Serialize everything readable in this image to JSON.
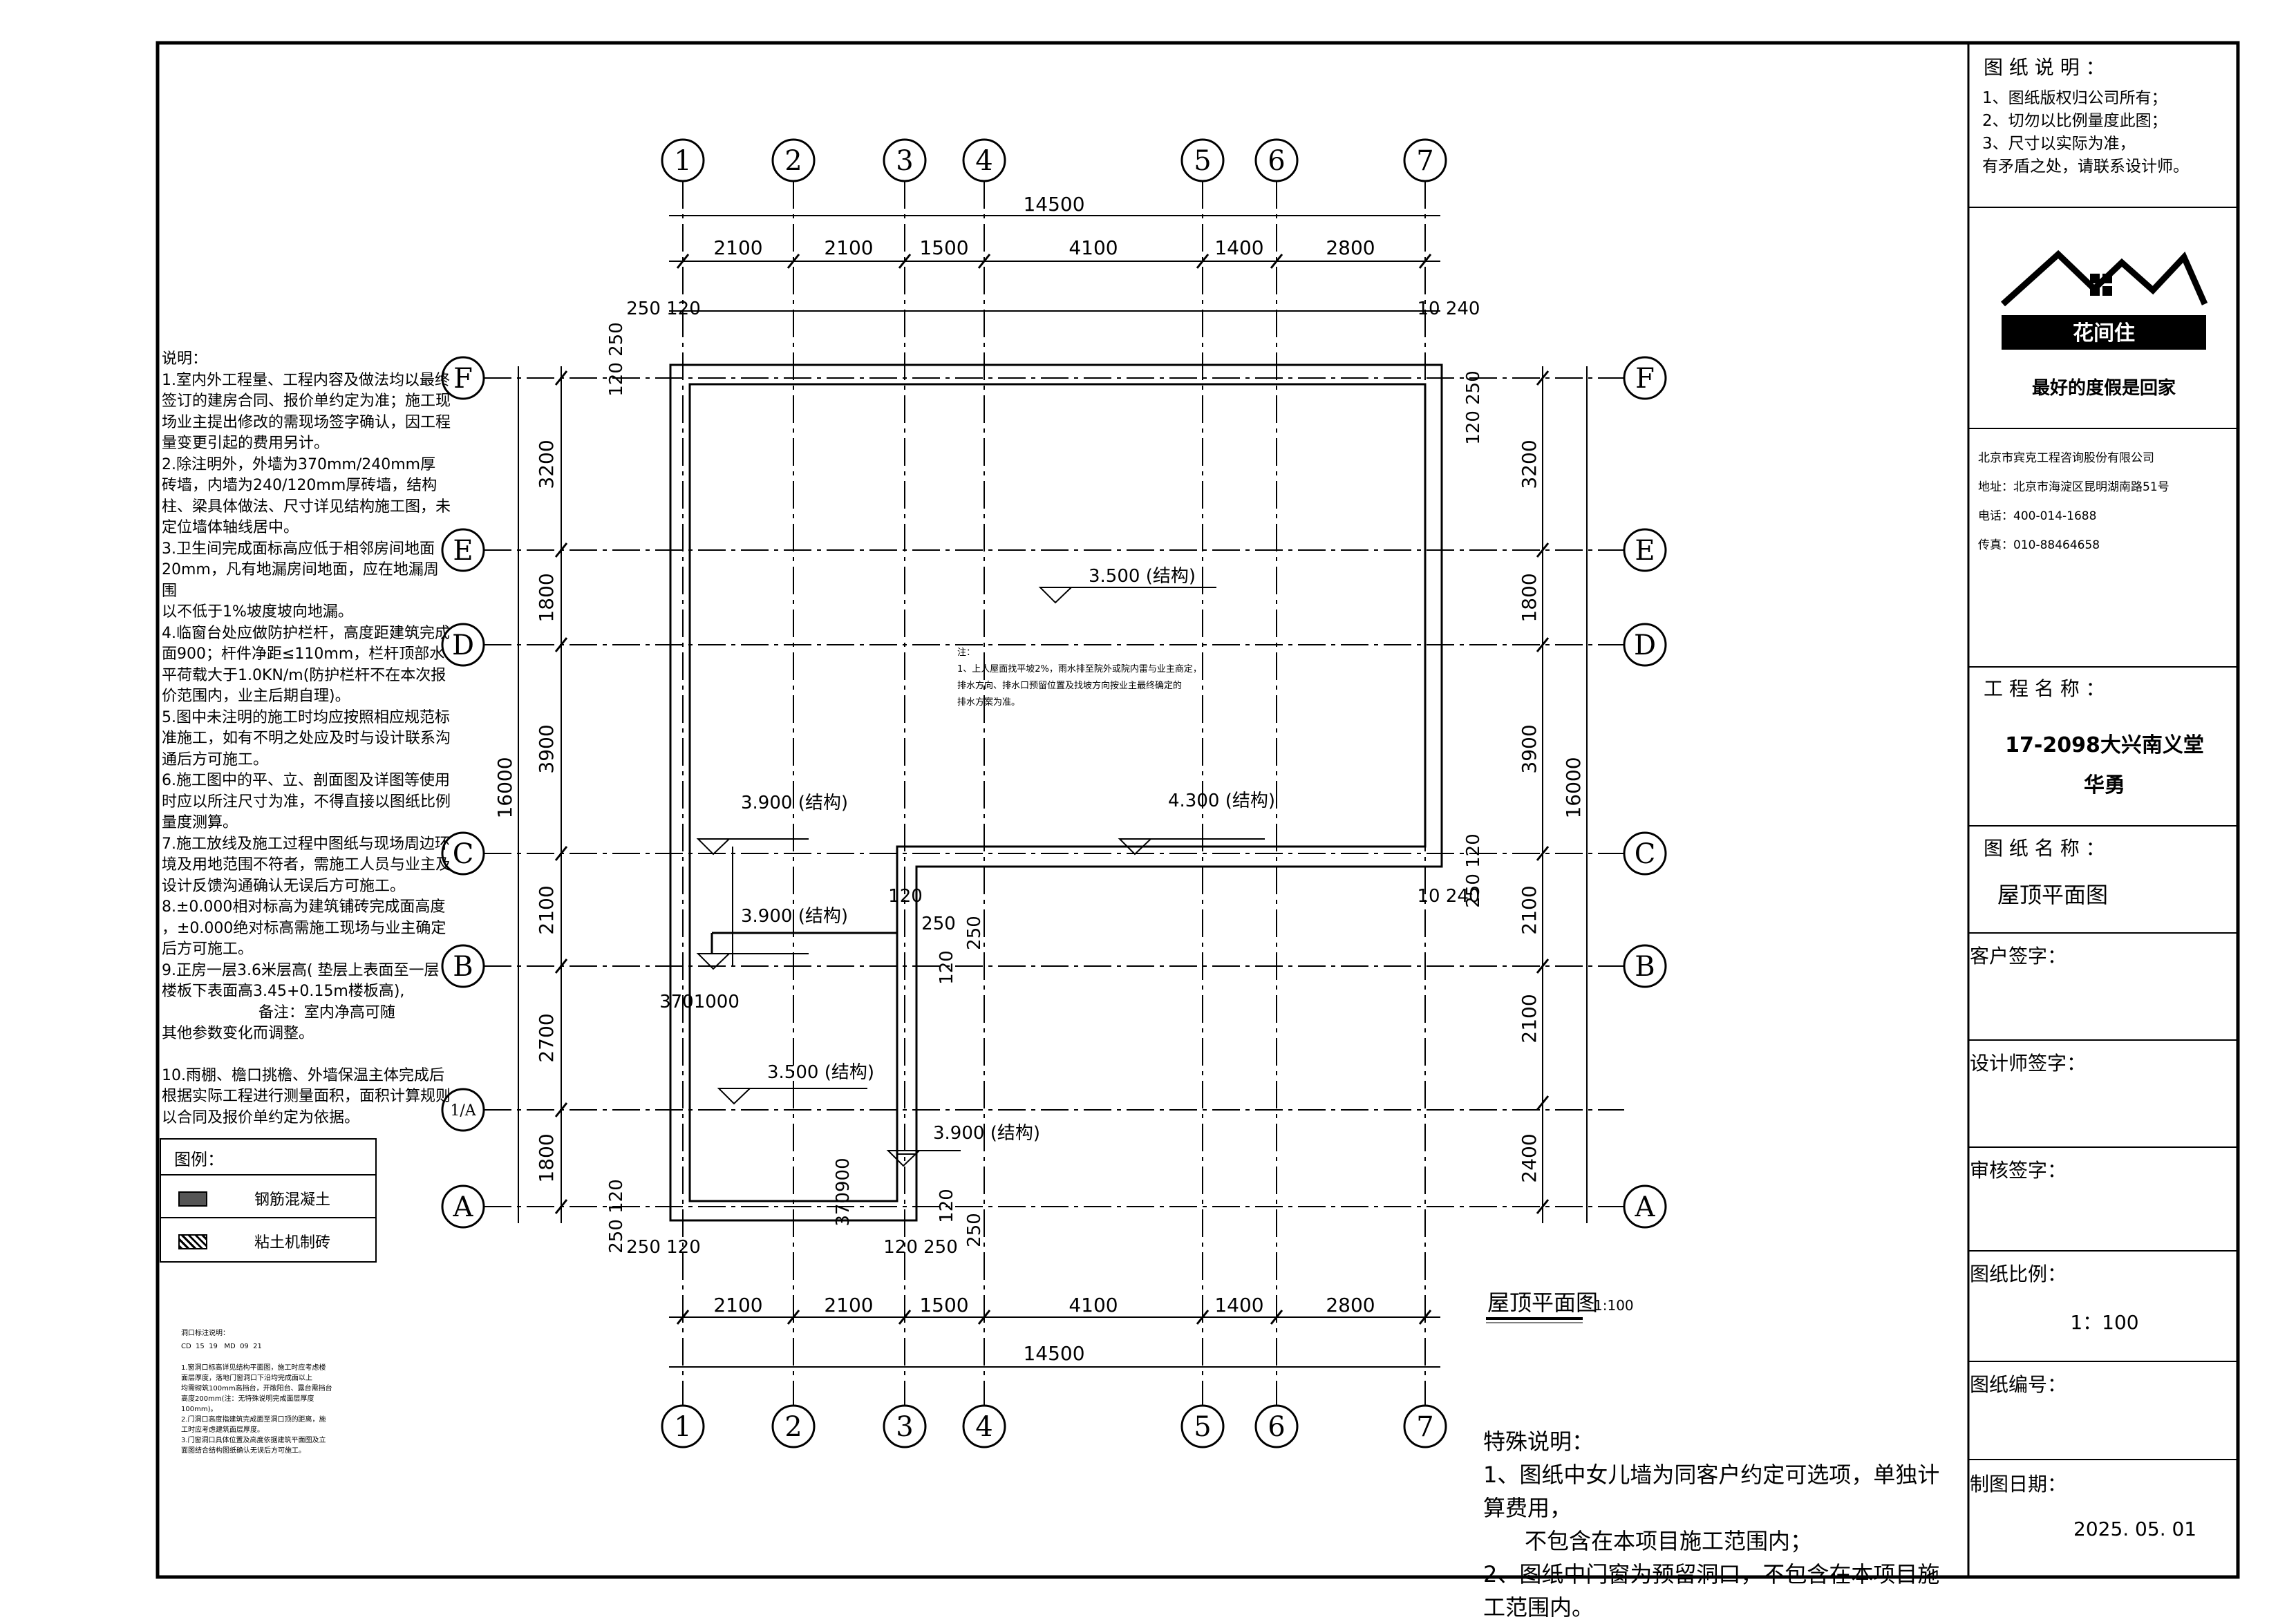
{
  "title_block": {
    "notes_heading": "图 纸 说 明 ：",
    "notes": [
      "1、图纸版权归公司所有；",
      "2、切勿以比例量度此图；",
      "3、尺寸以实际为准，",
      "有矛盾之处，请联系设计师。"
    ],
    "logo_name": "花间住",
    "slogan": "最好的度假是回家",
    "company": "北京市宾克工程咨询股份有限公司",
    "address": "地址：北京市海淀区昆明湖南路51号",
    "phone": "电话：400-014-1688",
    "fax": "传真：010-88464658",
    "project_label": "工 程 名 称 ：",
    "project_name_1": "17-2098大兴南义堂",
    "project_name_2": "华勇",
    "drawing_label": "图 纸 名 称 ：",
    "drawing_name": "屋顶平面图",
    "client_sign": "客户签字：",
    "designer_sign": "设计师签字：",
    "review_sign": "审核签字：",
    "scale_label": "图纸比例：",
    "scale_value": "1：100",
    "number_label": "图纸编号：",
    "date_label": "制图日期：",
    "date_value": "2025. 05. 01"
  },
  "notes_panel": {
    "lines": [
      "说明：",
      "1.室内外工程量、工程内容及做法均以最终",
      "签订的建房合同、报价单约定为准；施工现",
      "场业主提出修改的需现场签字确认，因工程",
      "量变更引起的费用另计。",
      "2.除注明外，外墙为370mm/240mm厚",
      "砖墙，内墙为240/120mm厚砖墙，结构",
      "柱、梁具体做法、尺寸详见结构施工图，未",
      "定位墙体轴线居中。",
      "3.卫生间完成面标高应低于相邻房间地面",
      "20mm，凡有地漏房间地面，应在地漏周围",
      "以不低于1%坡度坡向地漏。",
      "4.临窗台处应做防护栏杆，高度距建筑完成",
      "面900；杆件净距≤110mm，栏杆顶部水",
      "平荷载大于1.0KN/m(防护栏杆不在本次报",
      "价范围内，业主后期自理)。",
      "5.图中未注明的施工时均应按照相应规范标",
      "准施工，如有不明之处应及时与设计联系沟",
      "通后方可施工。",
      "6.施工图中的平、立、剖面图及详图等使用",
      "时应以所注尺寸为准，不得直接以图纸比例",
      "量度测算。",
      "7.施工放线及施工过程中图纸与现场周边环",
      "境及用地范围不符者，需施工人员与业主及",
      "设计反馈沟通确认无误后方可施工。",
      "8.±0.000相对标高为建筑铺砖完成面高度",
      "，±0.000绝对标高需施工现场与业主确定",
      "后方可施工。",
      "9.正房一层3.6米层高( 垫层上表面至一层",
      "楼板下表面高3.45+0.15m楼板高),",
      "                    备注：室内净高可随",
      "其他参数变化而调整。",
      "",
      "10.雨棚、檐口挑檐、外墙保温主体完成后",
      "根据实际工程进行测量面积，面积计算规则",
      "以合同及报价单约定为依据。"
    ],
    "legend_title": "图例：",
    "legend": [
      "钢筋混凝土",
      "粘土机制砖"
    ],
    "opening_title": "洞口标注说明：",
    "opening_code": "CD  15  19   MD  09  21",
    "opening_lines": [
      "1.窗洞口标高详见结构平面图，施工时应考虑楼",
      "面层厚度，落地门窗洞口下沿均完成面以上",
      "均需砌筑100mm高挡台，开敞阳台、露台需挡台",
      "高度200mm(注：无特殊说明完成面层厚度",
      "100mm)。",
      "2.门洞口高度指建筑完成面至洞口顶的距离，施",
      "工时应考虑建筑面层厚度。",
      "3.门窗洞口具体位置及高度依据建筑平面图及立",
      "面图结合结构图纸确认无误后方可施工。"
    ]
  },
  "plan": {
    "title": "屋顶平面图",
    "scale": "1:100",
    "axes_x": [
      "1",
      "2",
      "3",
      "4",
      "5",
      "6",
      "7"
    ],
    "axes_y": [
      "F",
      "E",
      "D",
      "C",
      "B",
      "1/A",
      "A"
    ],
    "dims_top_total": "14500",
    "dims_top": [
      "2100",
      "2100",
      "1500",
      "4100",
      "1400",
      "2800"
    ],
    "dims_left": [
      "3200",
      "1800",
      "3900",
      "2100",
      "2700",
      "1800"
    ],
    "dims_left_total": "16000",
    "dims_right": [
      "3200",
      "1800",
      "3900",
      "2100",
      "2100",
      "2400"
    ],
    "dims_right_total": "16000",
    "small_dims": {
      "top_left": "250 120",
      "top_right": "10  240",
      "f_left": "120 250",
      "f_right": "120 250",
      "c_right_offset": "250 120",
      "c_right_bottom": "10  240",
      "b_top": "120",
      "b_right": "250",
      "b_side": "250",
      "b_side_120": "120",
      "step": "3701000",
      "bottom_left": "250 120",
      "bottom_right": "120 250",
      "a_left": "250 120",
      "a_mid": "370900",
      "a_right_v1": "120",
      "a_right_v2": "250"
    },
    "elevations": [
      "3.500 (结构)",
      "3.900 (结构)",
      "4.300 (结构)",
      "3.900 (结构)",
      "3.500 (结构)",
      "3.900 (结构)"
    ],
    "roof_note": [
      "注：",
      "1、上人屋面找平坡2%，雨水排至院外或院内雷与业主商定，",
      "排水方向、排水口预留位置及找坡方向按业主最终确定的",
      "排水方案为准。"
    ]
  },
  "special": {
    "heading": "特殊说明：",
    "line1": "1、图纸中女儿墙为同客户约定可选项，单独计算费用，",
    "line1b": "不包含在本项目施工范围内；",
    "line2": "2、图纸中门窗为预留洞口，不包含在本项目施工范围内。"
  }
}
